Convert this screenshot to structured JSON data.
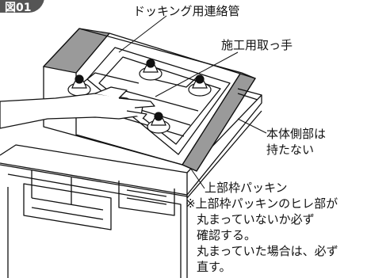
{
  "figure": {
    "badge": "図01",
    "labels": {
      "docking_pipe": "ドッキング用連絡管",
      "handle": "施工用取っ手",
      "body_side_1": "本体側部は",
      "body_side_2": "持たない",
      "gasket": "上部枠パッキン",
      "note_1": "※上部枠パッキンのヒレ部が",
      "note_2": "丸まっていないか必ず",
      "note_3": "確認する。",
      "note_4": "丸まっていた場合は、必ず",
      "note_5": "直す。"
    },
    "colors": {
      "gray_band": "#9a9a9a",
      "line": "#111111",
      "badge": "#555555"
    }
  }
}
